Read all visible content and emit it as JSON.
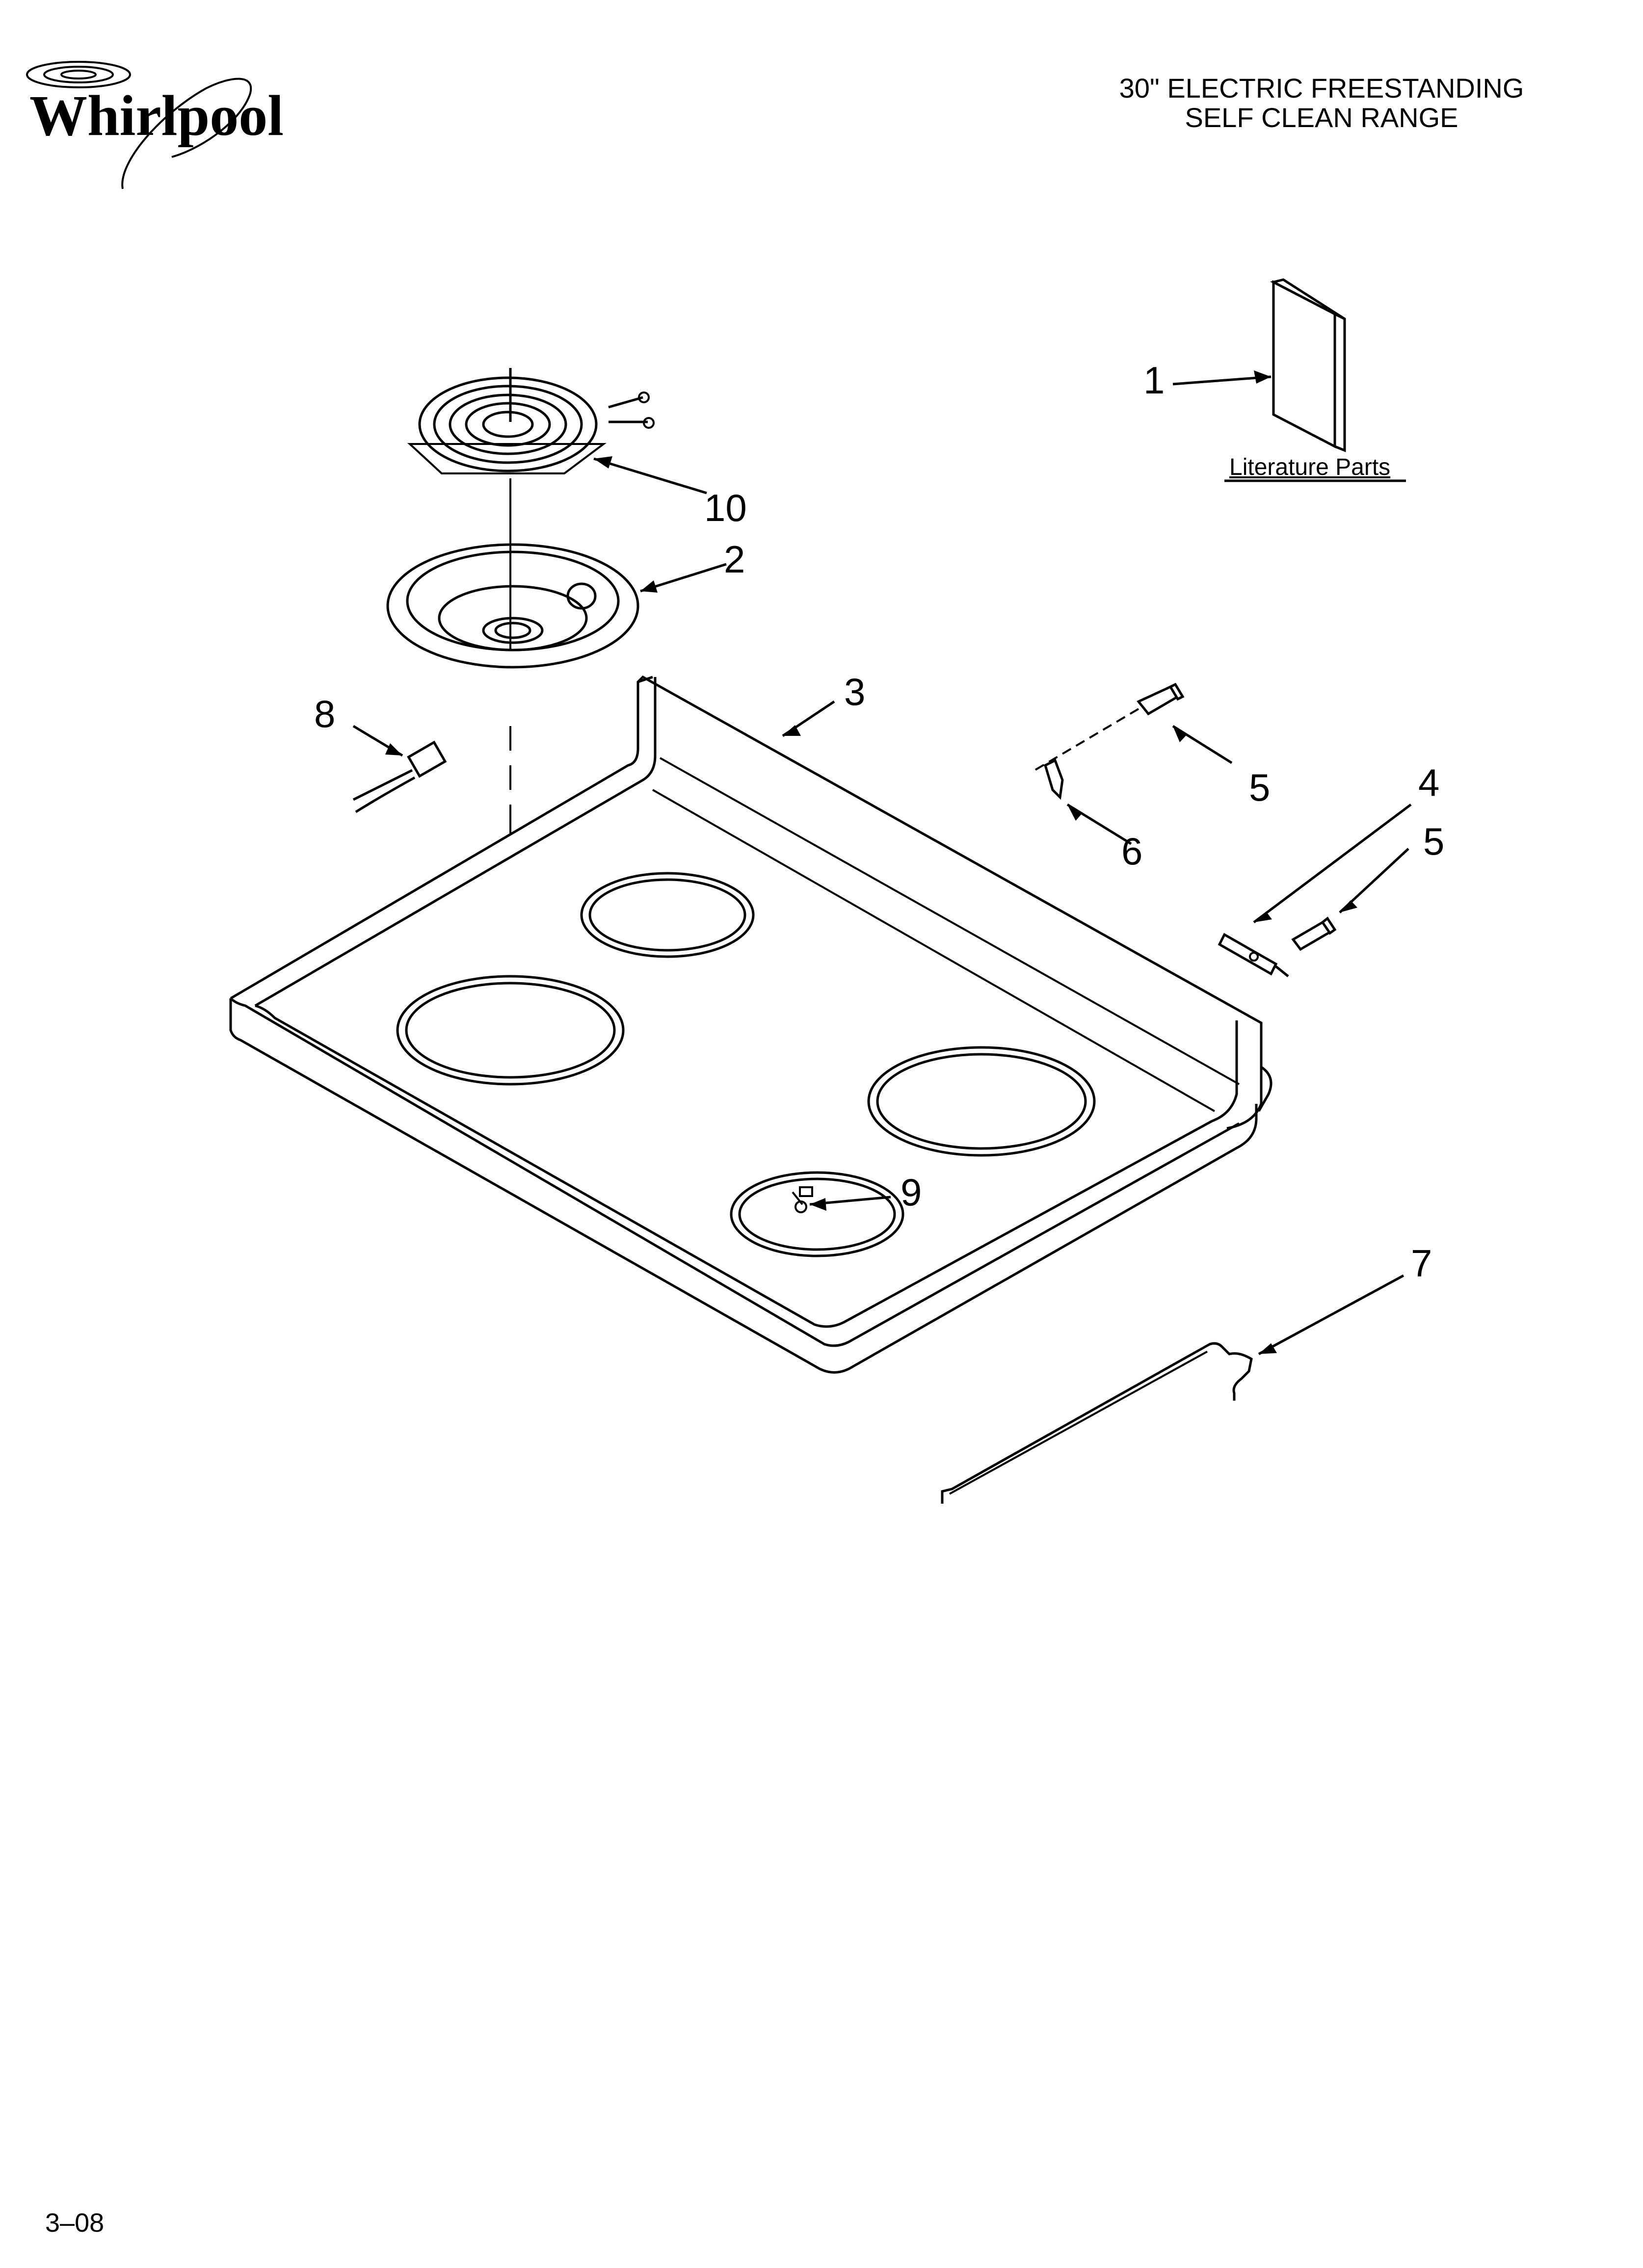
{
  "brand": {
    "logo_text": "Whirlpool"
  },
  "header": {
    "title_line1": "30\" ELECTRIC FREESTANDING",
    "title_line2": "SELF CLEAN RANGE"
  },
  "literature_label": "Literature Parts",
  "callouts": [
    "1",
    "10",
    "2",
    "3",
    "8",
    "5",
    "4",
    "5",
    "6",
    "9",
    "7"
  ],
  "footer": {
    "date_code": "3–08"
  }
}
